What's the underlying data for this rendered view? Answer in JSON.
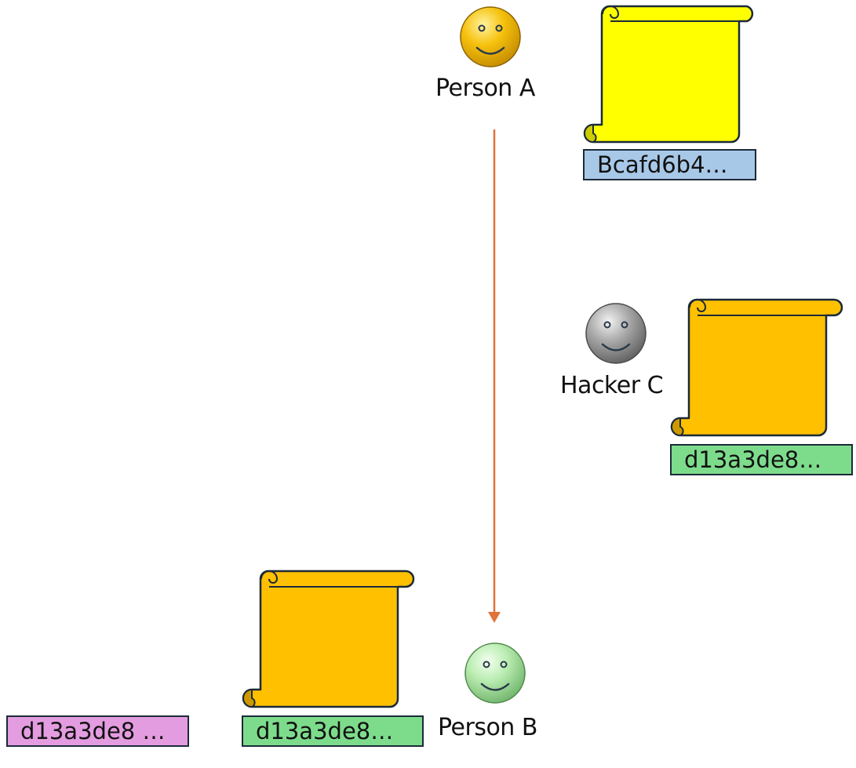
{
  "persons": {
    "a": {
      "label": "Person A",
      "icon": "smiley-face-icon",
      "color": "#f6c20e"
    },
    "b": {
      "label": "Person B",
      "icon": "smiley-face-icon",
      "color": "#b9ecb0"
    },
    "c": {
      "label": "Hacker C",
      "icon": "smiley-face-icon",
      "color": "#a9a9a9"
    }
  },
  "documents": {
    "a": {
      "icon": "scroll-icon",
      "color": "#ffff00",
      "hash": "Bcafd6b4…",
      "hash_color": "#a8c8e8"
    },
    "c": {
      "icon": "scroll-icon",
      "color": "#ffc000",
      "hash": "d13a3de8…",
      "hash_color": "#7ddc8c"
    },
    "b": {
      "icon": "scroll-icon",
      "color": "#ffc000",
      "hash": "d13a3de8…",
      "hash_color": "#7ddc8c"
    }
  },
  "extra_hash": {
    "text": "d13a3de8 …",
    "color": "#e49ce0"
  },
  "arrow": {
    "color": "#e0733a",
    "from": "Person A",
    "to": "Person B"
  }
}
